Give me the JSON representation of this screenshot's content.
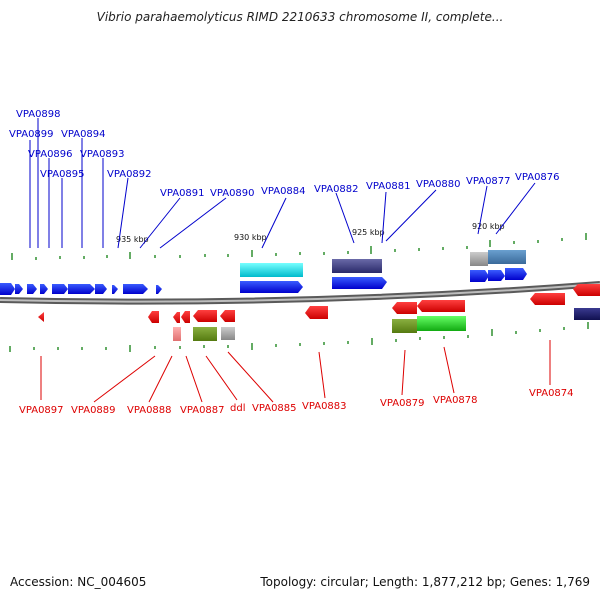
{
  "title": "Vibrio parahaemolyticus RIMD 2210633 chromosome II, complete...",
  "footer": {
    "accession": "Accession: NC_004605",
    "summary": "Topology: circular; Length: 1,877,212 bp; Genes: 1,769"
  },
  "scale_labels": [
    "935 kbp",
    "930 kbp",
    "925 kbp",
    "920 kbp"
  ],
  "colors": {
    "forward_label": "#0000cc",
    "reverse_label": "#dd0000",
    "forward_gene": "#0000ee",
    "reverse_gene": "#ee0000",
    "backbone": "#888888"
  },
  "forward_genes": [
    "VPA0898",
    "VPA0899",
    "VPA0896",
    "VPA0894",
    "VPA0895",
    "VPA0893",
    "VPA0892",
    "VPA0891",
    "VPA0890",
    "VPA0884",
    "VPA0882",
    "VPA0881",
    "VPA0880",
    "VPA0877",
    "VPA0876"
  ],
  "reverse_genes": [
    "VPA0897",
    "VPA0889",
    "VPA0888",
    "VPA0887",
    "ddl",
    "VPA0885",
    "VPA0883",
    "VPA0879",
    "VPA0878",
    "VPA0874"
  ]
}
